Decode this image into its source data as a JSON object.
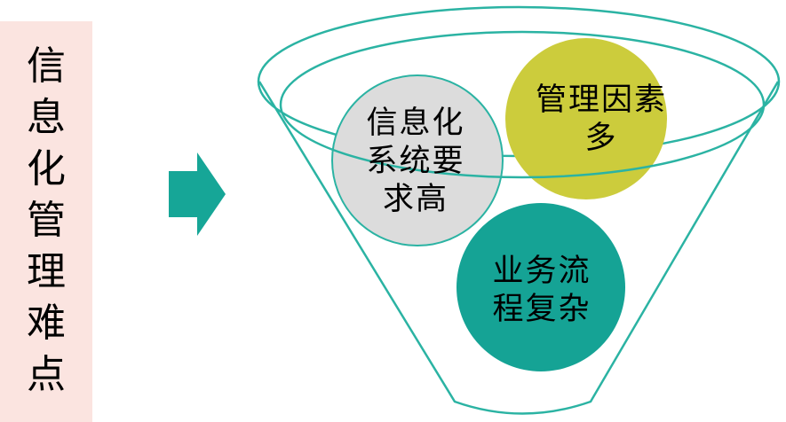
{
  "side_title": {
    "chars": [
      "信",
      "息",
      "化",
      "管",
      "理",
      "难",
      "点"
    ]
  },
  "colors": {
    "side_panel": "#fbe4e0",
    "arrow": "#16a697",
    "funnel_outline": "#2bb3a3",
    "circle_gray": "#dcdcdc",
    "circle_olive": "#cccc3c",
    "circle_teal": "#15a395"
  },
  "circles": {
    "gray": {
      "lines": [
        "信息化",
        "系统要",
        "求高"
      ]
    },
    "olive": {
      "lines": [
        "管理因素",
        "多"
      ]
    },
    "teal": {
      "lines": [
        "业务流",
        "程复杂"
      ]
    }
  }
}
